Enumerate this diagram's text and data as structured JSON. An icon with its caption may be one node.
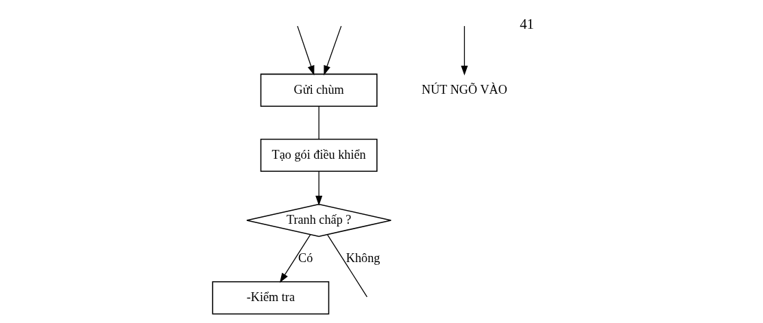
{
  "diagram": {
    "nodes": [
      {
        "text": [
          "Gửi chùm"
        ]
      },
      {
        "text": [
          "Tạo gói điều khiển"
        ]
      },
      {
        "text": [
          "Tranh chấp ?"
        ]
      },
      {
        "text": [
          "-Kiểm tra"
        ]
      },
      {
        "text": [
          "NÚT NGÕ VÀO"
        ]
      }
    ],
    "edges": [
      {
        "from": null,
        "to": 0,
        "arrow": "to"
      },
      {
        "from": null,
        "to": 0,
        "arrow": "to"
      },
      {
        "from": 0,
        "to": 1,
        "arrow": "none"
      },
      {
        "from": 1,
        "to": 2,
        "arrow": "to"
      },
      {
        "from": 2,
        "to": null,
        "label": "Không",
        "arrow": "none"
      },
      {
        "from": 2,
        "to": 3,
        "label": "Có",
        "arrow": "to"
      },
      {
        "from": null,
        "to": 4,
        "arrow": "to"
      }
    ],
    "labels": [
      "41"
    ]
  }
}
